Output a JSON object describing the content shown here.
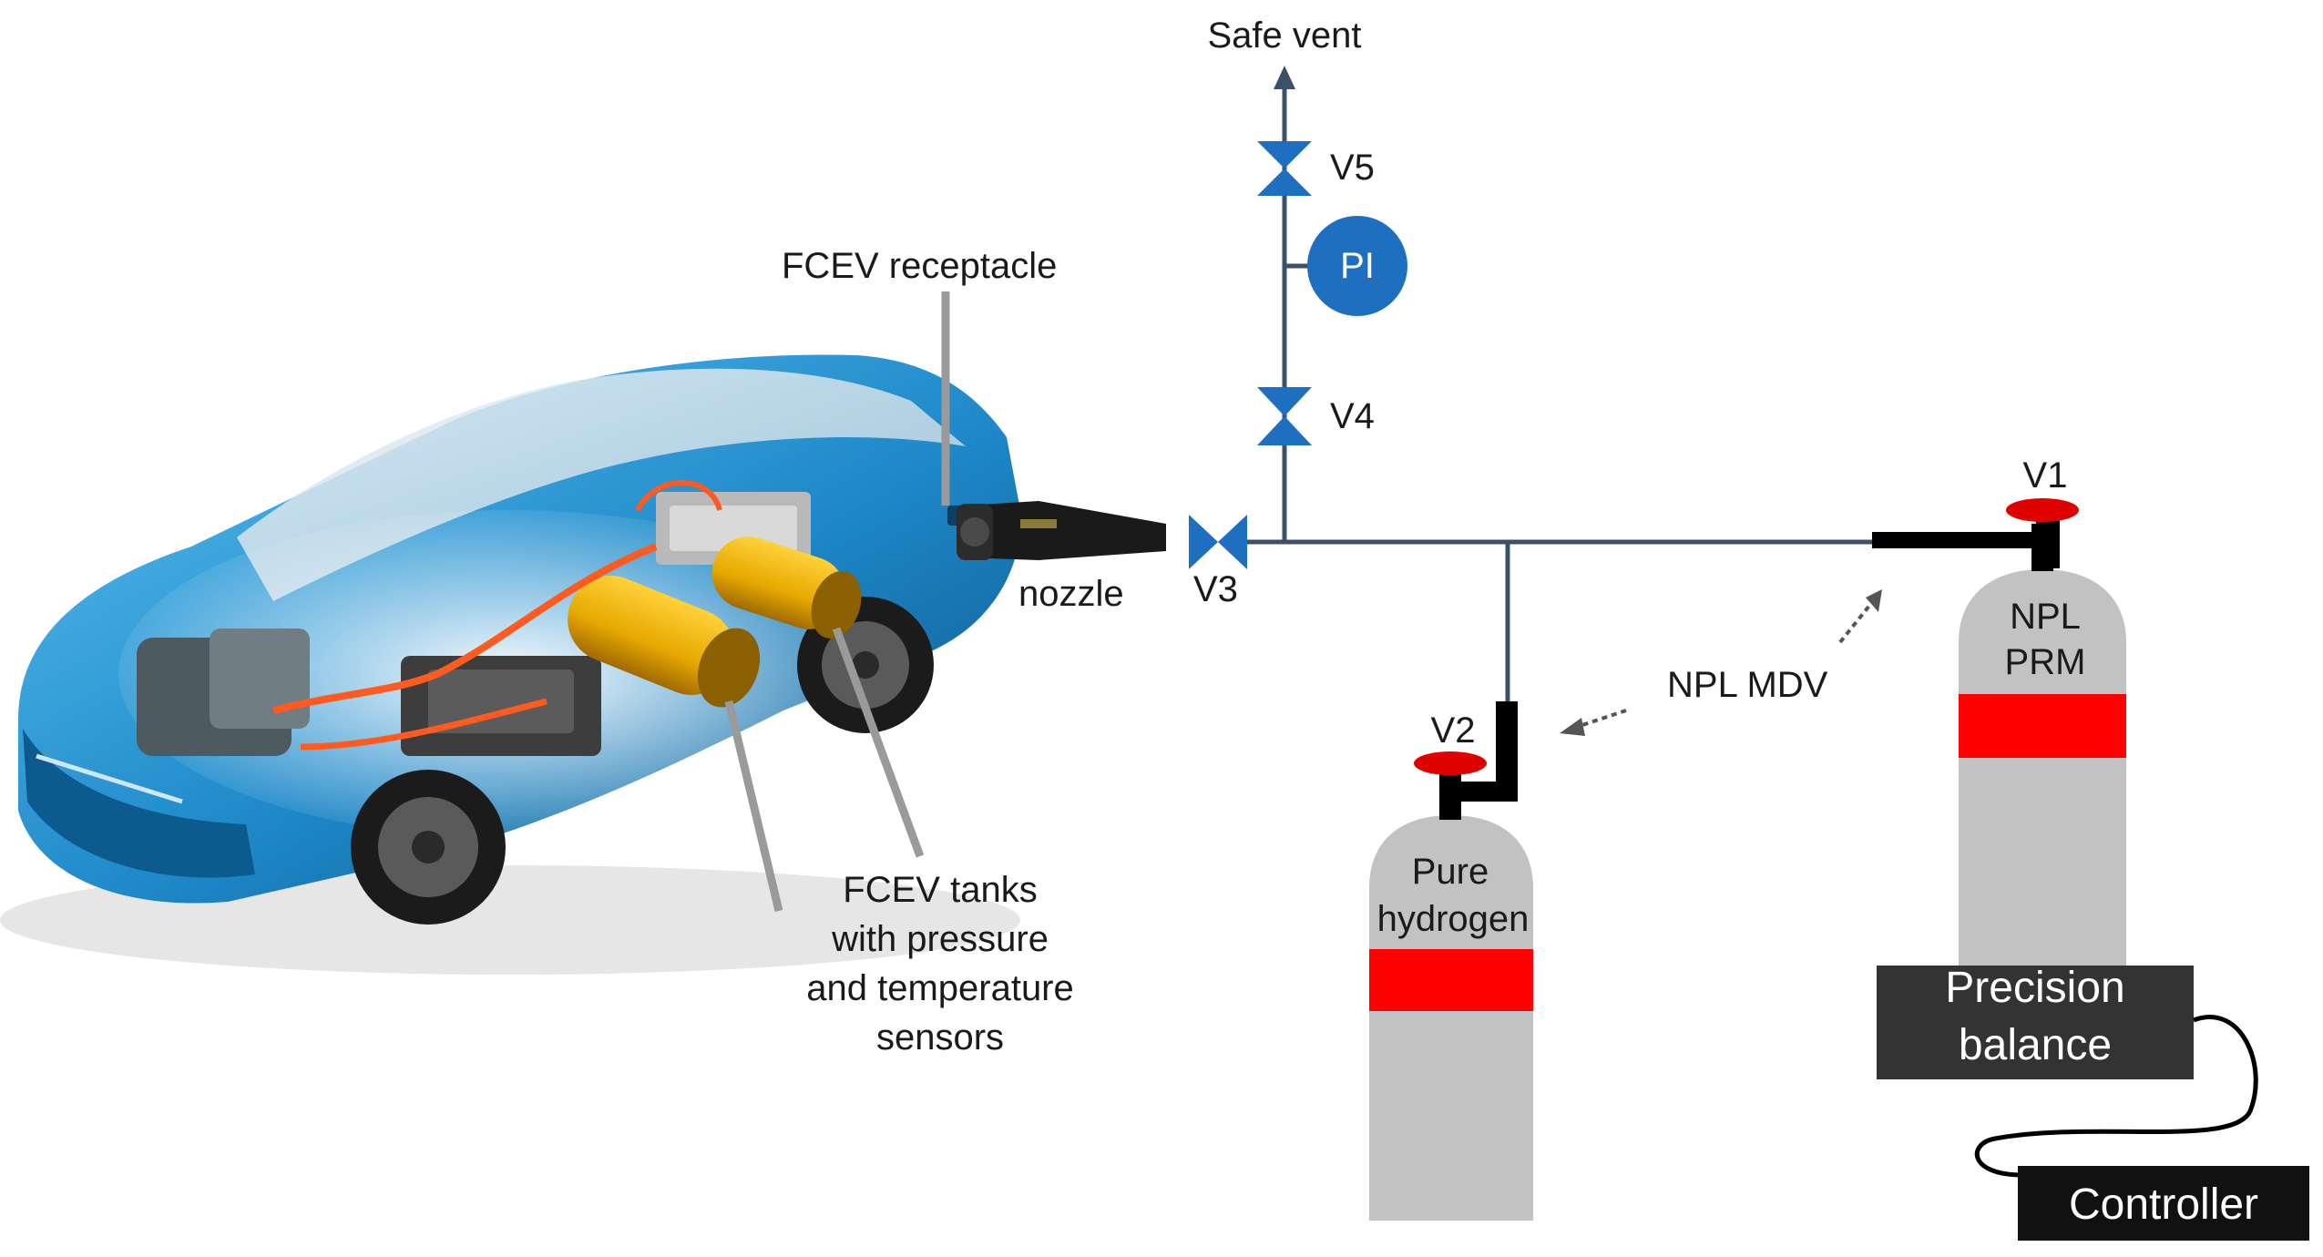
{
  "colors": {
    "pipe": "#3b5168",
    "valve": "#1f6fc0",
    "pressure_indicator": "#1f6fc0",
    "cylinder_body": "#c2c2c2",
    "cylinder_band": "#ff0000",
    "cylinder_cap": "#e00000",
    "balance": "#333333",
    "controller": "#111111",
    "car_body": "#1e88c9"
  },
  "labels": {
    "safe_vent": "Safe vent",
    "v5": "V5",
    "pi": "PI",
    "v4": "V4",
    "fcev_receptacle": "FCEV receptacle",
    "nozzle": "nozzle",
    "v3": "V3",
    "v1": "V1",
    "v2": "V2",
    "npl_mdv": "NPL MDV",
    "npl_prm_line1": "NPL",
    "npl_prm_line2": "PRM",
    "pure_hydrogen_line1": "Pure",
    "pure_hydrogen_line2": "hydrogen",
    "fcev_tanks_line1": "FCEV tanks",
    "fcev_tanks_line2": "with pressure",
    "fcev_tanks_line3": "and temperature",
    "fcev_tanks_line4": "sensors",
    "precision_balance_line1": "Precision",
    "precision_balance_line2": "balance",
    "controller": "Controller"
  },
  "icons": {
    "car": "fcev-car-cutaway-icon",
    "nozzle": "refuelling-nozzle-icon",
    "valve": "gate-valve-icon",
    "cylinder": "gas-cylinder-icon"
  }
}
